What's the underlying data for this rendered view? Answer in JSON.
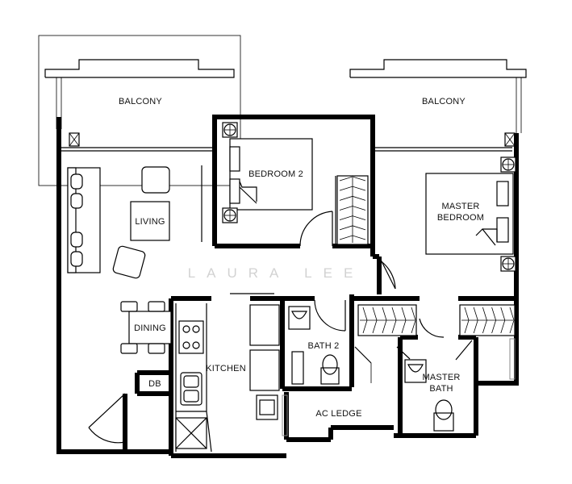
{
  "rooms": {
    "balcony_left": "BALCONY",
    "balcony_right": "BALCONY",
    "bedroom_2": "BEDROOM 2",
    "master_bedroom_line1": "MASTER",
    "master_bedroom_line2": "BEDROOM",
    "living": "LIVING",
    "dining": "DINING",
    "kitchen": "KITCHEN",
    "db": "DB",
    "bath_2": "BATH 2",
    "master_bath_line1": "MASTER",
    "master_bath_line2": "BATH",
    "ac_ledge": "AC LEDGE"
  },
  "watermark": "LAURA LEE"
}
